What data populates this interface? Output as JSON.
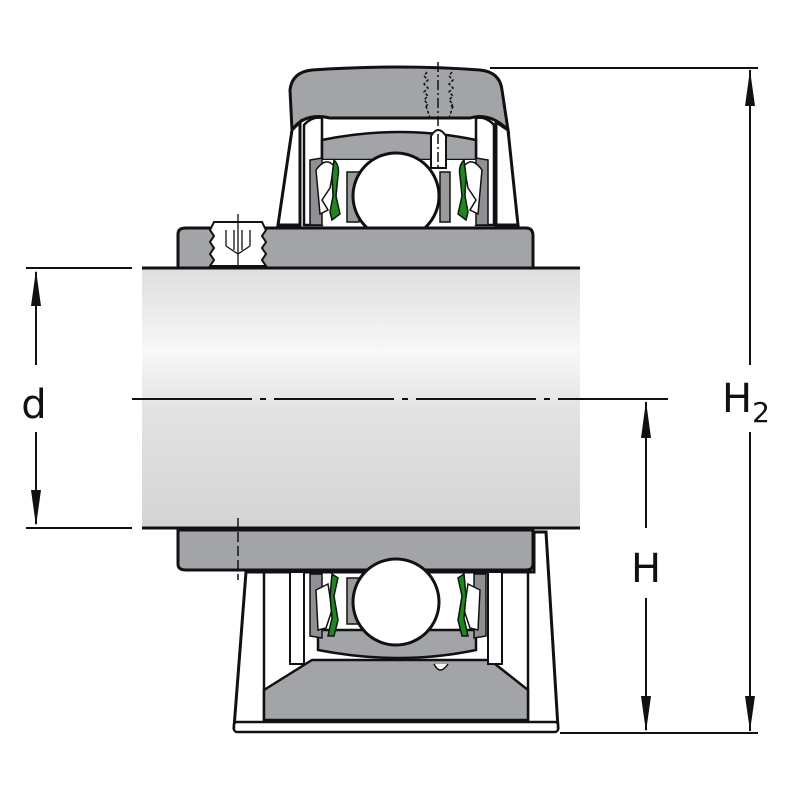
{
  "diagram": {
    "subject": "Pillow block ball bearing unit, cross-section",
    "colors": {
      "housing": "#a2a4a8",
      "outline": "#111111",
      "seal": "#1a8a1a",
      "ball": "#ffffff",
      "shaft_light": "#f6f6f6",
      "shaft_dark": "#d6d6d6",
      "background": "#ffffff"
    },
    "dimensions": {
      "d": {
        "label": "d",
        "description": "shaft / bore diameter"
      },
      "H": {
        "label": "H",
        "description": "centre height"
      },
      "H2": {
        "label": "H",
        "subscript": "2",
        "description": "overall height"
      }
    },
    "components": [
      "housing",
      "insert-bearing-inner-ring",
      "balls",
      "seals",
      "grub-screw",
      "lubrication-nipple-thread",
      "shaft"
    ]
  }
}
